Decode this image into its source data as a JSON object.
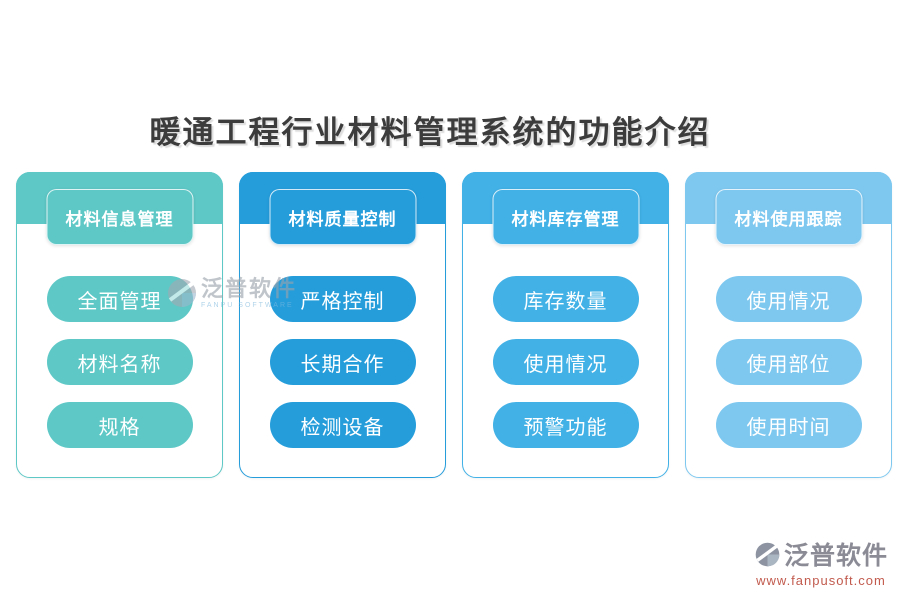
{
  "page": {
    "title": "暖通工程行业材料管理系统的功能介绍",
    "background_color": "#ffffff",
    "title_color": "#3c3c3c"
  },
  "columns": [
    {
      "header": "材料信息管理",
      "color": "#5ec8c6",
      "items": [
        "全面管理",
        "材料名称",
        "规格"
      ]
    },
    {
      "header": "材料质量控制",
      "color": "#259ddb",
      "items": [
        "严格控制",
        "长期合作",
        "检测设备"
      ]
    },
    {
      "header": "材料库存管理",
      "color": "#41b1e6",
      "items": [
        "库存数量",
        "使用情况",
        "预警功能"
      ]
    },
    {
      "header": "材料使用跟踪",
      "color": "#7ec8f0",
      "items": [
        "使用情况",
        "使用部位",
        "使用时间"
      ]
    }
  ],
  "watermark": {
    "text": "泛普软件",
    "subtext": "FANPU SOFTWARE"
  },
  "footer_logo": {
    "text": "泛普软件",
    "url": "www.fanpusoft.com",
    "text_color": "#8b8b96",
    "url_color": "#c25b4e"
  }
}
